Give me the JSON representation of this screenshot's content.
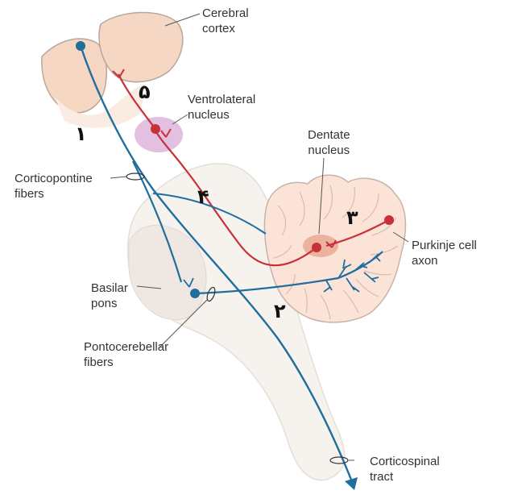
{
  "labels": {
    "cerebral_cortex": "Cerebral\ncortex",
    "ventrolateral_nucleus": "Ventrolateral\nnucleus",
    "dentate_nucleus": "Dentate\nnucleus",
    "corticopontine_fibers": "Corticopontine\nfibers",
    "purkinje_cell_axon": "Purkinje cell\naxon",
    "basilar_pons": "Basilar\npons",
    "pontocerebellar_fibers": "Pontocerebellar\nfibers",
    "corticospinal_tract": "Corticospinal\ntract"
  },
  "step_numbers": {
    "n1": "١",
    "n2": "٢",
    "n3": "٣",
    "n4": "۴",
    "n5": "۵"
  },
  "colors": {
    "blue_pathway": "#1f6e9e",
    "red_pathway": "#c8303a",
    "cortex_fill": "#f6d7c4",
    "cerebellum_fill": "#fbe4d7",
    "brainstem_fill": "#f6f2ee",
    "thalamus_fill": "#d9a9d6"
  }
}
